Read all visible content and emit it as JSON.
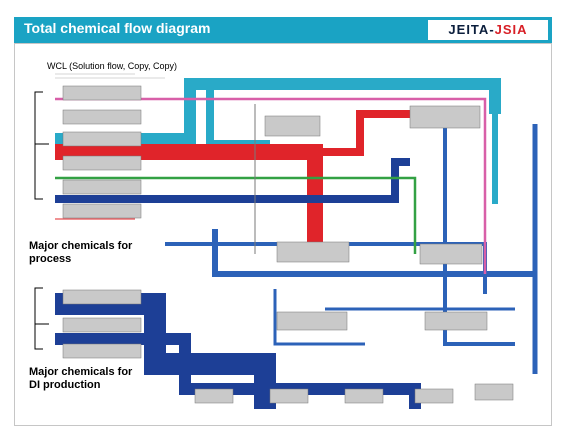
{
  "title": "Total chemical flow diagram",
  "logo": {
    "left": "JEITA",
    "sep": "-",
    "right": "JSIA"
  },
  "subtitle": "WCL (Solution flow, Copy, Copy)",
  "sections": {
    "process": "Major chemicals for process",
    "di": "Major chemicals for DI production"
  },
  "colors": {
    "title_bar": "#1aa3c4",
    "cyan_flow": "#29aac8",
    "red_flow": "#e0242a",
    "navy_flow": "#1d3f96",
    "blue_flow": "#2c62b8",
    "magenta_flow": "#d85fa8",
    "green_flow": "#33a144",
    "box_fill": "#c9c9c9"
  }
}
